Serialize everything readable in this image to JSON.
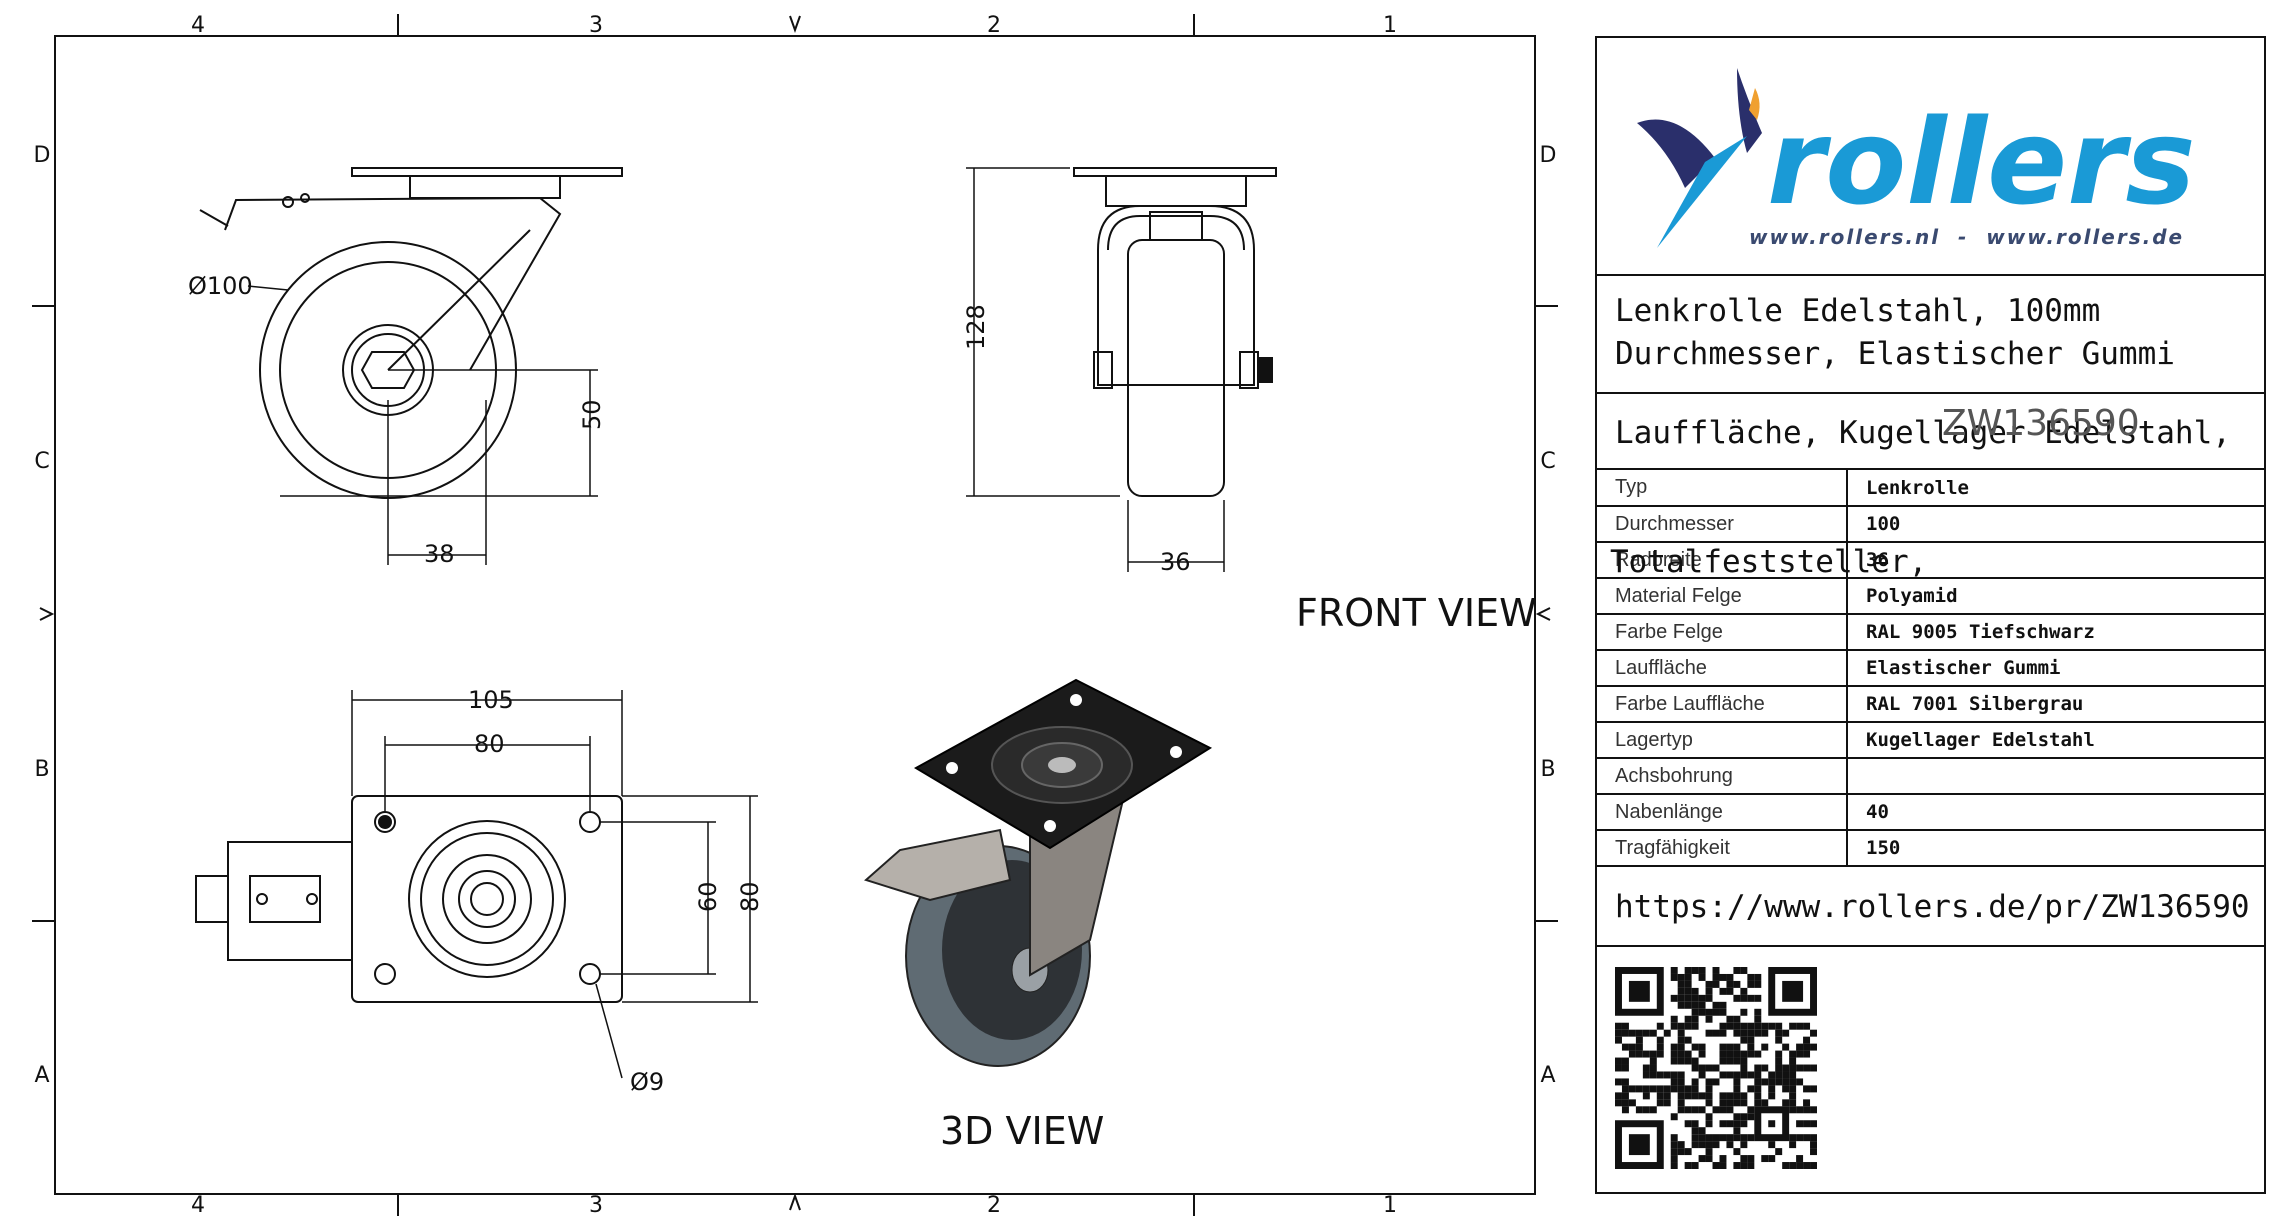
{
  "zones": {
    "columns": [
      "4",
      "3",
      "2",
      "1"
    ],
    "rows": [
      "D",
      "C",
      "B",
      "A"
    ]
  },
  "dimensions": {
    "diameter": "Ø100",
    "axle_height": "50",
    "offset": "38",
    "height": "128",
    "wheel_width": "36",
    "plate_length": "105",
    "hole_spacing_long": "80",
    "hole_spacing_short": "60",
    "plate_width": "80",
    "hole_diameter": "Ø9"
  },
  "views": {
    "front": "FRONT VIEW",
    "iso": "3D VIEW"
  },
  "title_block": {
    "logo_text": "rollers",
    "logo_urls": "www.rollers.nl  -  www.rollers.de",
    "title_line1": "Lenkrolle Edelstahl, 100mm",
    "title_line2": "Durchmesser, Elastischer Gummi",
    "title_line3": "Lauffläche, Kugellager Edelstahl,",
    "title_line4": "Totalfeststeller,",
    "article_no": "ZW136590",
    "properties": [
      {
        "key": "Typ",
        "value": "Lenkrolle"
      },
      {
        "key": "Durchmesser",
        "value": "100"
      },
      {
        "key": "Radbreite",
        "value": "36"
      },
      {
        "key": "Material Felge",
        "value": "Polyamid"
      },
      {
        "key": "Farbe Felge",
        "value": "RAL 9005 Tiefschwarz"
      },
      {
        "key": "Lauffläche",
        "value": "Elastischer Gummi"
      },
      {
        "key": "Farbe Lauffläche",
        "value": "RAL 7001 Silbergrau"
      },
      {
        "key": "Lagertyp",
        "value": "Kugellager Edelstahl"
      },
      {
        "key": "Achsbohrung",
        "value": ""
      },
      {
        "key": "Nabenlänge",
        "value": "40"
      },
      {
        "key": "Tragfähigkeit",
        "value": "150"
      }
    ],
    "url": "https://www.rollers.de/pr/ZW136590"
  },
  "colors": {
    "brand_blue": "#1a9ad6",
    "brand_navy": "#2a2f6b",
    "brand_orange": "#f0a030",
    "url_gray": "#3a4a70"
  }
}
